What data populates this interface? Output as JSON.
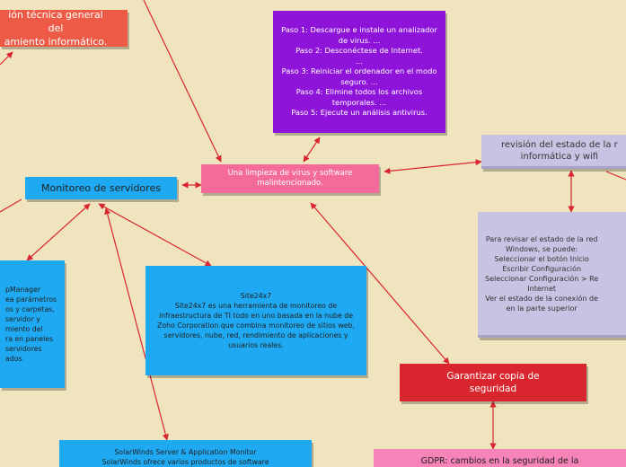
{
  "nodes": {
    "tech_overview": "ión técnica general del\namiento informático.",
    "virus_steps": "Paso 1: Descargue e instale un analizador de virus. ...\nPaso 2: Desconéctese de Internet.\n...\nPaso 3: Reiniciar el ordenador en el modo seguro. ...\nPaso 4: Elimine todos los archivos temporales. ...\nPaso 5: Ejecute un análisis antivirus.",
    "virus_cleanup": "Una limpieza de virus y software malintencionado.",
    "network_review": "revisión del estado de la r\ninformática y wifi",
    "server_monitoring": "Monitoreo de servidores",
    "opmanager": "pManager\nea parámetros\nos y carpetas,\nservidor y\nmiento del\nra en paneles\nservidores\nados.",
    "site24x7": "Site24x7\nSite24x7 es una herramienta de monitoreo de infraestructura de TI todo en uno basada en la nube de Zoho Corporation que combina monitoreo de sitios web, servidores, nube, red, rendimiento de aplicaciones y usuarios reales.",
    "network_steps": "Para revisar el estado de la red\nWindows, se puede:\nSeleccionar el botón Inicio\nEscribir Configuración\nSeleccionar Configuración > Re\nInternet\nVer el estado de la conexión de\nen la parte superior",
    "backup": "Garantizar copia de\nseguridad",
    "solarwinds": "SolarWinds Server & Application Monitor\nSolarWinds ofrece varios productos de software",
    "gdpr": "GDPR: cambios en la seguridad de la"
  },
  "colors": {
    "background": "#efe4bd",
    "link": "#d9262e",
    "red_node": "#ed5a45",
    "purple_node": "#8e14d9",
    "pink_node": "#f46a9b",
    "blue_node": "#1ea9f2",
    "lavender_node": "#c8c3e3",
    "crimson_node": "#d9262e",
    "rose_node": "#f784b8"
  }
}
